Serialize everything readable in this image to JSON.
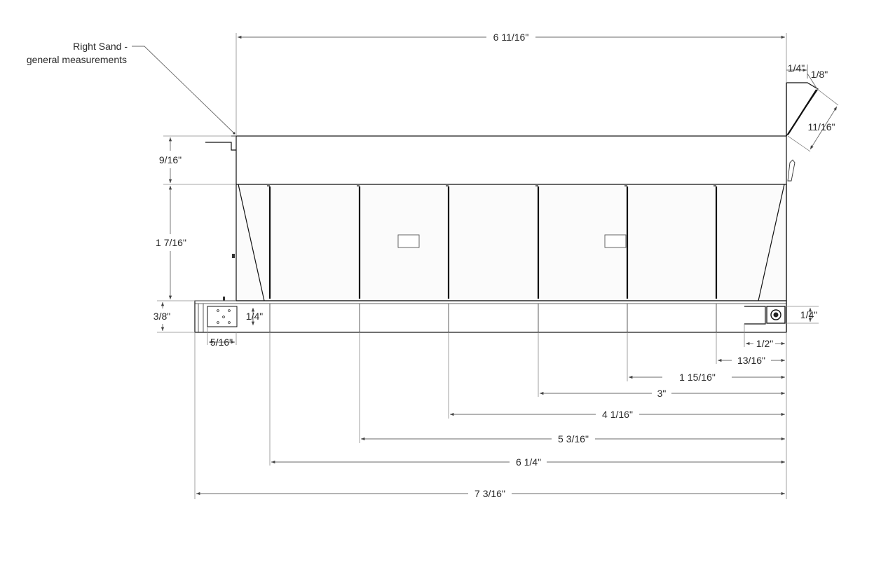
{
  "drawing": {
    "note": {
      "line1": "Right Sand -",
      "line2": "general measurements"
    },
    "dimensions": {
      "overall_top": "6 11/16\"",
      "top_right_a": "1/4\"",
      "top_right_b": "1/8\"",
      "right_slant": "11/16\"",
      "left_upper": "9/16\"",
      "left_middle": "1 7/16\"",
      "left_lower": "3/8\"",
      "plate_height": "1/4\"",
      "plate_offset": "5/16\"",
      "right_box_height": "1/4\"",
      "right_half": "1/2\"",
      "right_13_16": "13/16\"",
      "span_1_15_16": "1 15/16\"",
      "span_3": "3\"",
      "span_4_1_16": "4 1/16\"",
      "span_5_3_16": "5 3/16\"",
      "span_6_1_4": "6 1/4\"",
      "overall_bottom": "7 3/16\""
    }
  }
}
